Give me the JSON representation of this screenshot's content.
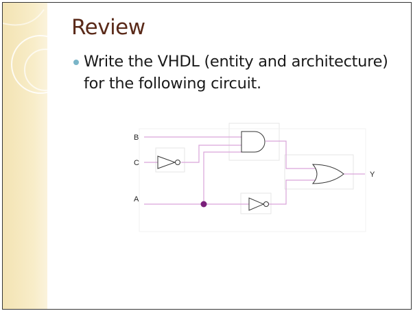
{
  "slide": {
    "title": "Review",
    "bullet": {
      "line1": "Write the VHDL (entity and architecture)",
      "line2": "for the following circuit."
    }
  },
  "circuit": {
    "inputs": [
      "B",
      "C",
      "A"
    ],
    "output": "Y",
    "gates": [
      "and-gate",
      "or-gate",
      "not-gate",
      "not-gate"
    ]
  },
  "colors": {
    "title": "#5a2a19",
    "bullet": "#7ab5c8",
    "band": "#f3e3b3",
    "wire": "#d9a3d9",
    "junction": "#7a1f7a"
  }
}
